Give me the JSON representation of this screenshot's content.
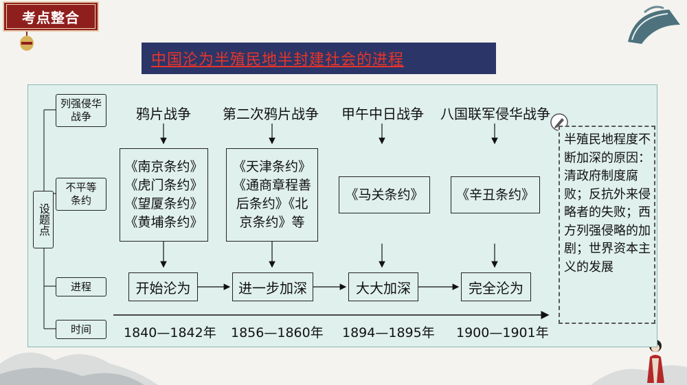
{
  "badge": "考点整合",
  "title": "中国沦为半殖民地半封建社会的进程",
  "side_label": "设题点",
  "rows": {
    "wars": "列强侵华战争",
    "treaties": "不平等条约",
    "progress": "进程",
    "time": "时间"
  },
  "columns": [
    {
      "war": "鸦片战争",
      "treaty": "《南京条约》《虎门条约》《望厦条约》《黄埔条约》",
      "stage": "开始沦为",
      "years": "1840—1842年"
    },
    {
      "war": "第二次鸦片战争",
      "treaty": "《天津条约》《通商章程善后条约》《北京条约》等",
      "stage": "进一步加深",
      "years": "1856—1860年"
    },
    {
      "war": "甲午中日战争",
      "treaty": "《马关条约》",
      "stage": "大大加深",
      "years": "1894—1895年"
    },
    {
      "war": "八国联军侵华战争",
      "treaty": "《辛丑条约》",
      "stage": "完全沦为",
      "years": "1900—1901年"
    }
  ],
  "reason": "半殖民地程度不断加深的原因：清政府制度腐败；反抗外来侵略者的失败；西方列强侵略的加剧；世界资本主义的发展",
  "colors": {
    "badge": "#8f1f1d",
    "title_bar": "#2c3567",
    "title_text": "#e8352a",
    "panel": "#dff0ed"
  },
  "icons": [
    "fan-icon",
    "lantern-icon",
    "pen-icon",
    "character-icon",
    "mountain-icon"
  ]
}
